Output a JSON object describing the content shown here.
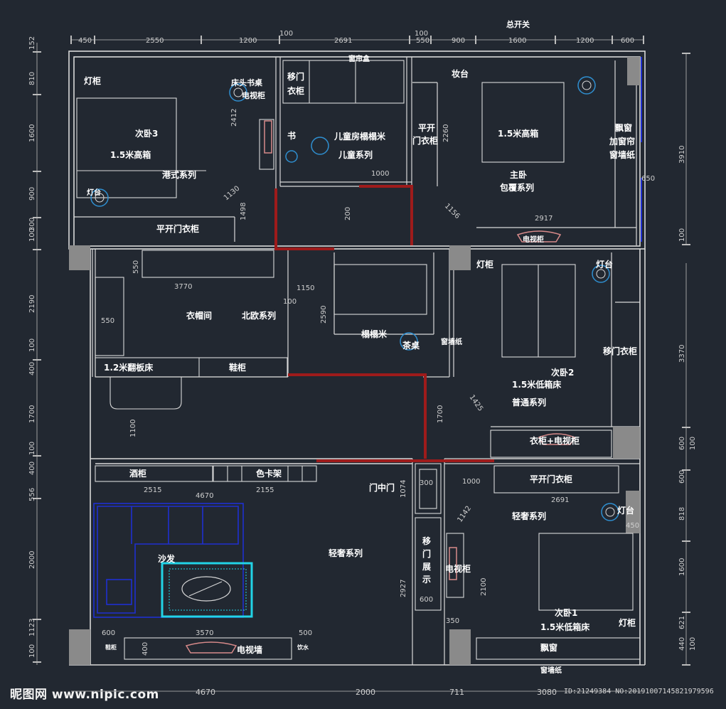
{
  "colors": {
    "background": "#222831",
    "wall": "#d9d9d9",
    "label": "#ffffff",
    "dimension": "#cfcfcf",
    "accent_red": "#9e1b1b",
    "furniture_blue": "#1f2fd0",
    "rug_cyan": "#22d3e6",
    "lamp_blue": "#2f8fd0",
    "lamp_pink": "#d88a8a"
  },
  "dims_top": [
    "450",
    "2550",
    "1200",
    "100",
    "2691",
    "100",
    "550",
    "900",
    "1600",
    "1200",
    "600"
  ],
  "switch_label": "总开关",
  "dims_bottom": [
    "4670",
    "2000",
    "711",
    "3080"
  ],
  "dims_left": [
    "152",
    "810",
    "1600",
    "900",
    "100",
    "300",
    "2190",
    "100",
    "400",
    "1700",
    "100",
    "400",
    "556",
    "2000",
    "1123",
    "100"
  ],
  "dims_right": [
    "3910",
    "100",
    "3370",
    "600",
    "100",
    "600",
    "818",
    "1600",
    "621",
    "440",
    "100"
  ],
  "rooms": {
    "bedroom3": {
      "name": "次卧3",
      "bed": "1.5米高箱",
      "series": "港式系列",
      "lamp": "灯柜",
      "nightstand": "灯台",
      "desk": "床头书桌",
      "tv": "电视柜",
      "wardrobe": "平开门衣柜"
    },
    "kids": {
      "name": "儿童房榻榻米",
      "series": "儿童系列",
      "sliding": "移门",
      "wardrobe": "衣柜",
      "book": "书",
      "top": "窗帘盒"
    },
    "master": {
      "name": "主卧",
      "bed": "1.5米高箱",
      "series": "包覆系列",
      "counter": "妆台",
      "bay_window": "飘窗",
      "curtain": "加窗帘",
      "wallpaper": "窗墙纸",
      "wardrobe1": "平开",
      "wardrobe2": "门衣柜",
      "tv": "电视柜"
    },
    "cloakroom": {
      "name": "衣帽间",
      "series": "北欧系列",
      "bed": "1.2米翻板床",
      "shoe": "鞋柜"
    },
    "tatami": {
      "name": "榻榻米",
      "table": "茶桌",
      "wallpaper": "窗墙纸"
    },
    "bedroom2": {
      "name": "次卧2",
      "bed": "1.5米低箱床",
      "series": "普通系列",
      "lamp": "灯柜",
      "nightstand": "灯台",
      "wardrobe": "移门衣柜",
      "cabinet": "衣柜+电视柜"
    },
    "living": {
      "wine": "酒柜",
      "card": "色卡架",
      "series": "轻奢系列",
      "sofa": "沙发",
      "tv_wall": "电视墙",
      "door": "门中门",
      "shoe": "鞋柜",
      "water": "饮水",
      "display1": "移",
      "display2": "门",
      "display3": "展",
      "display4": "示"
    },
    "bedroom1": {
      "name": "次卧1",
      "bed": "1.5米低箱床",
      "series": "轻奢系列",
      "wardrobe": "平开门衣柜",
      "nightstand": "灯台",
      "lamp": "灯柜",
      "tv": "电视柜",
      "bay": "飘窗",
      "wallpaper": "窗墙纸"
    }
  },
  "dims_inner": {
    "d2412": "2412",
    "d1130": "1130",
    "d1498": "1498",
    "d1000a": "1000",
    "d200": "200",
    "d2260": "2260",
    "d1156": "1156",
    "d2917": "2917",
    "d650": "650",
    "d550a": "550",
    "d3770": "3770",
    "d1150": "1150",
    "d100a": "100",
    "d550b": "550",
    "d2590": "2590",
    "d1425": "1425",
    "d1100": "1100",
    "d1700": "1700",
    "d2515": "2515",
    "d4670": "4670",
    "d2155": "2155",
    "d1074": "1074",
    "d300": "300",
    "d1000b": "1000",
    "d1142": "1142",
    "d2691": "2691",
    "d450": "450",
    "d2927": "2927",
    "d600a": "600",
    "d2100": "2100",
    "d350": "350",
    "d600b": "600",
    "d3570": "3570",
    "d500": "500",
    "d400": "400"
  },
  "watermark": {
    "site": "昵图网 www.nipic.com",
    "id": "ID:21249384 NO:20191007145821979596"
  }
}
